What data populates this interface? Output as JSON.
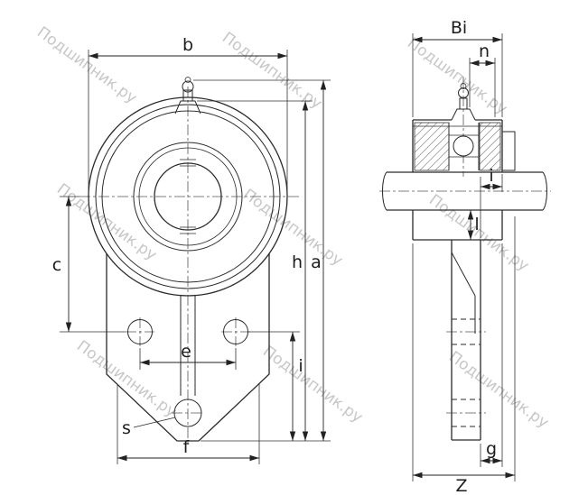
{
  "watermark": {
    "text": "Подшипник.ру"
  },
  "front_view": {
    "labels": {
      "b": "b",
      "c": "c",
      "e": "e",
      "f": "f",
      "h": "h",
      "a": "a",
      "i": "i",
      "s": "s"
    }
  },
  "side_view": {
    "labels": {
      "Bi": "Bi",
      "n": "n",
      "i": "i",
      "l": "l",
      "g": "g",
      "Z": "Z"
    }
  }
}
